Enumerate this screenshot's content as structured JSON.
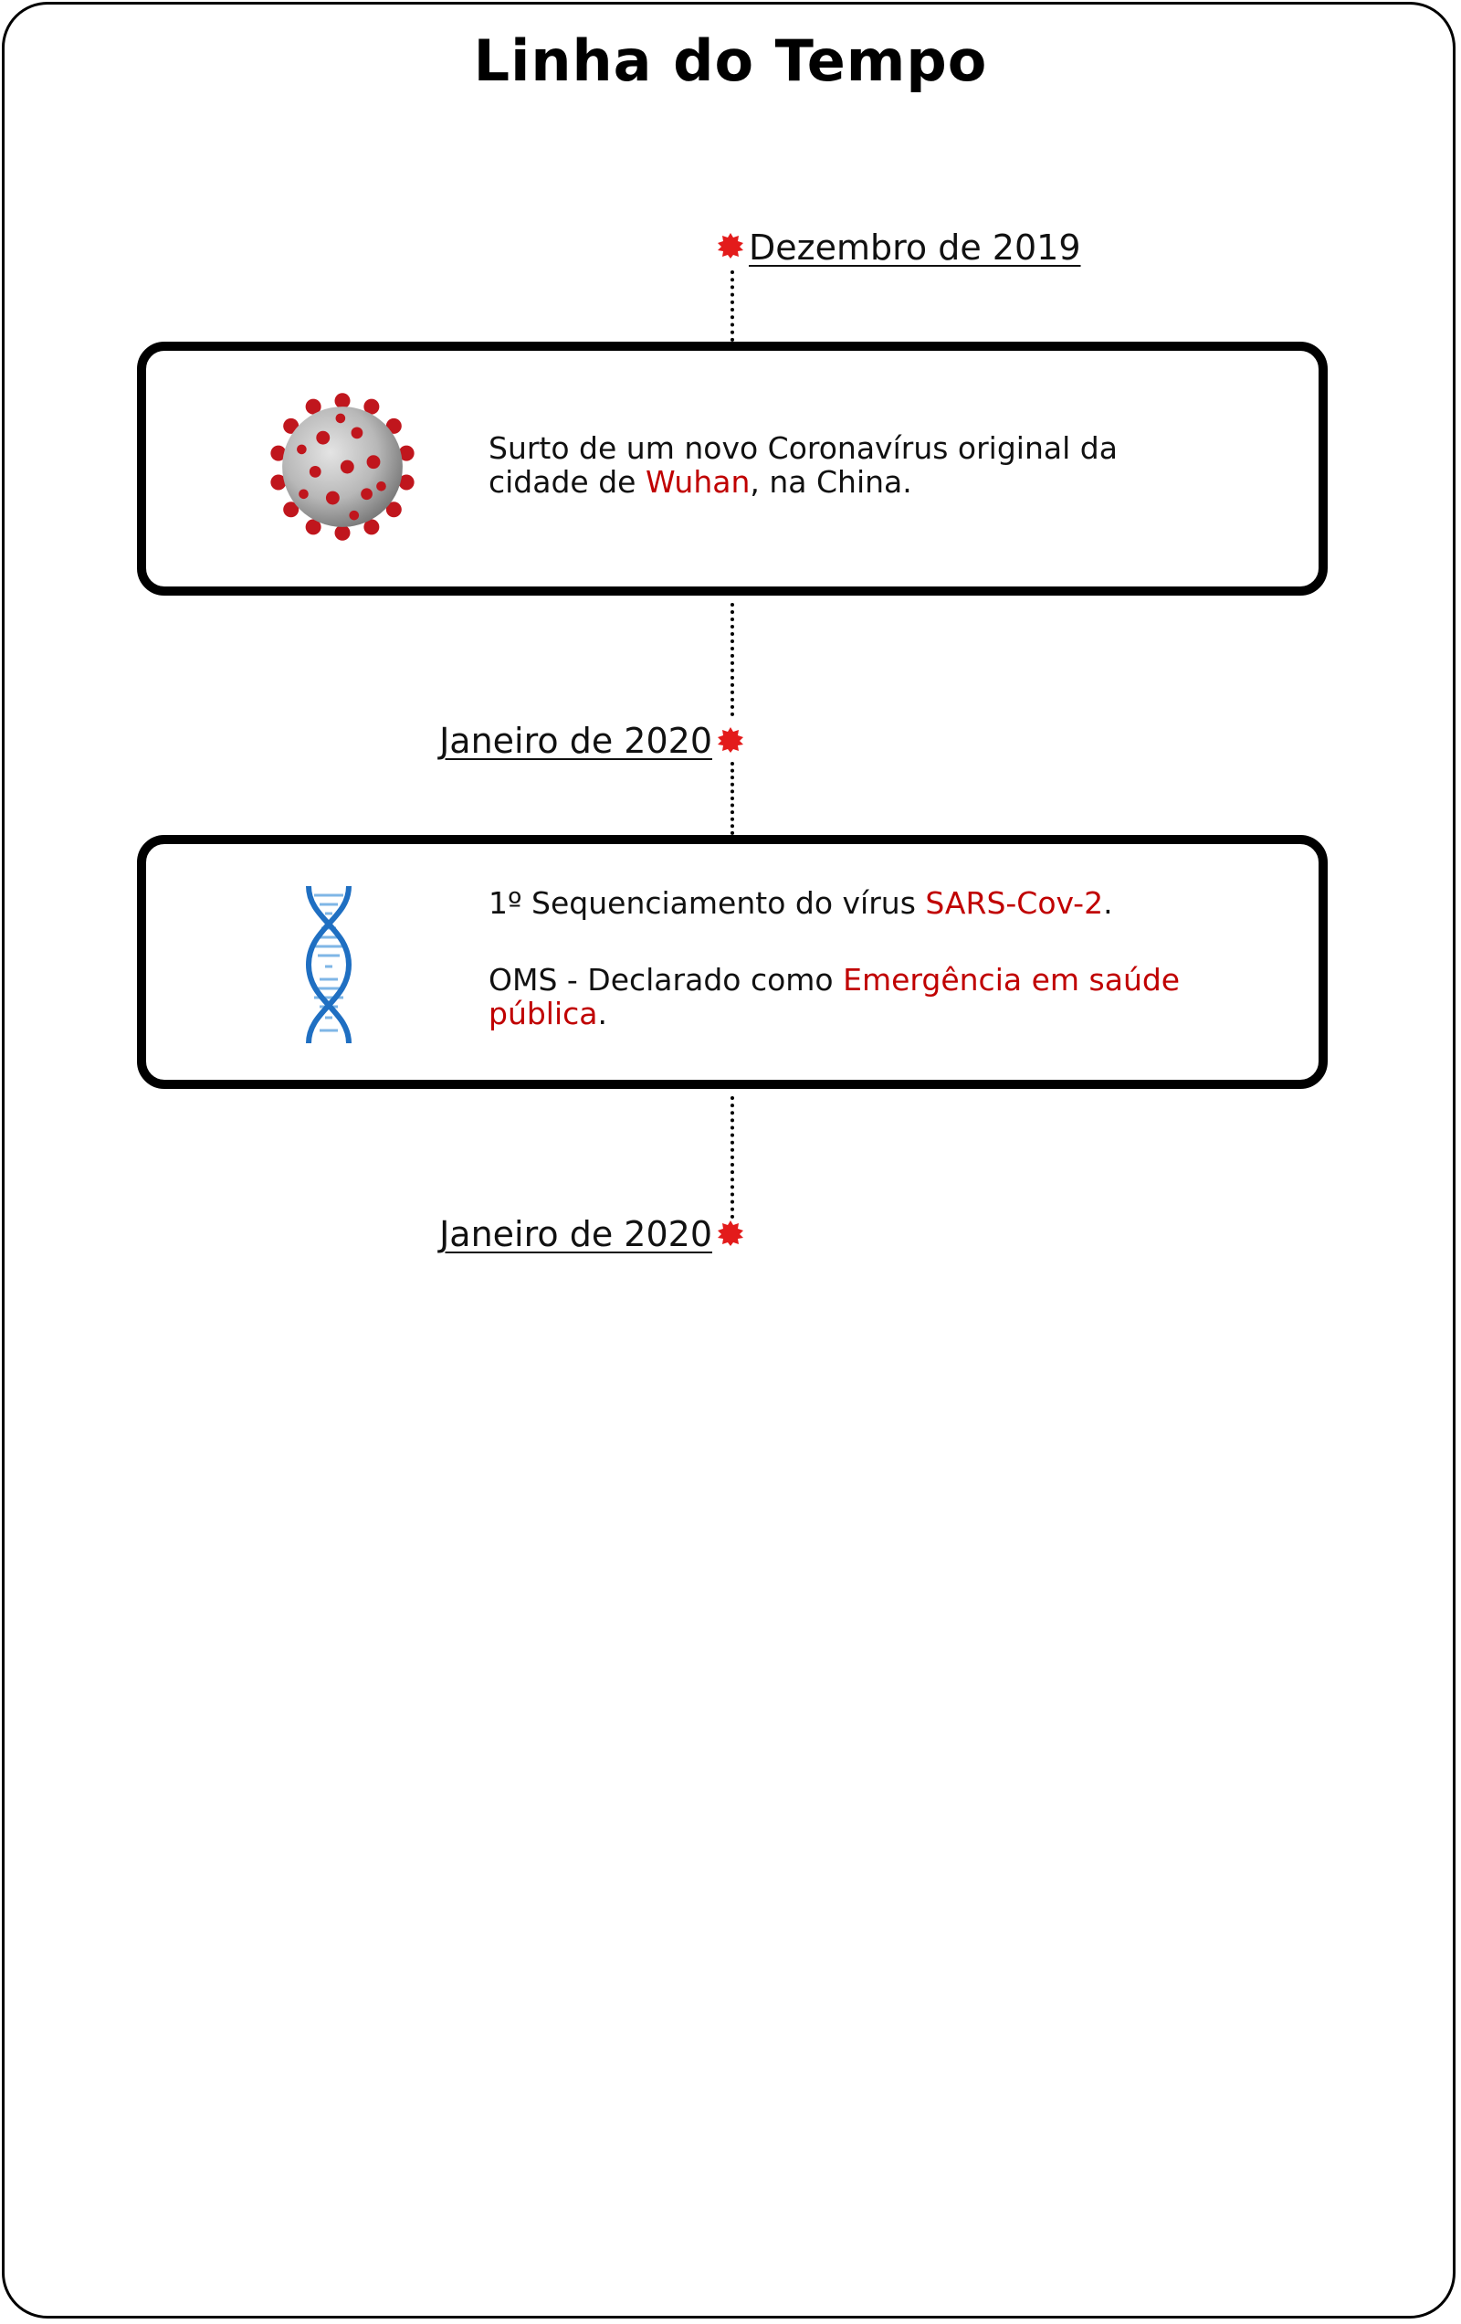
{
  "title": "Linha do Tempo",
  "colors": {
    "accent": "#c00000",
    "dot": "#e31b1b",
    "border": "#000000",
    "dna": "#1f6fc2",
    "virus_body": "#b8b8b8",
    "virus_spike": "#c0161d"
  },
  "timeline": [
    {
      "date": "Dezembro de 2019",
      "side": "right"
    },
    {
      "card": {
        "icon": "coronavirus-icon",
        "paragraphs": [
          {
            "before": "Surto de um novo Coronavírus original da cidade de ",
            "highlight": "Wuhan",
            "after": ", na China."
          }
        ]
      }
    },
    {
      "date": "Janeiro de 2020",
      "side": "left"
    },
    {
      "card": {
        "icon": "dna-icon",
        "paragraphs": [
          {
            "before": "1º Sequenciamento do vírus ",
            "highlight": "SARS-Cov-2",
            "after": "."
          },
          {
            "before": "OMS - Declarado como ",
            "highlight": "Emergência em saúde pública",
            "after": "."
          }
        ]
      }
    },
    {
      "date": "Janeiro de 2020",
      "side": "left"
    }
  ]
}
